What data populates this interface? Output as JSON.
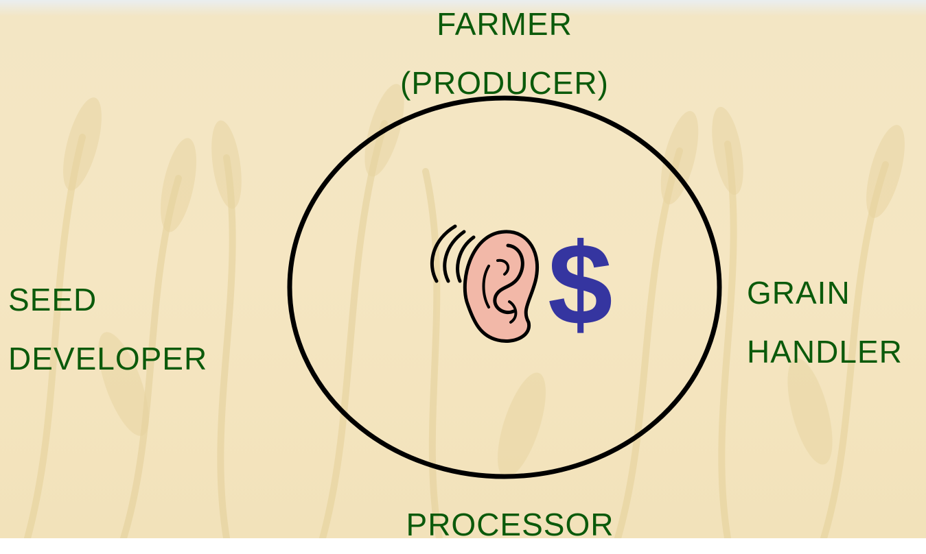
{
  "colors": {
    "label_text": "#0b5a0b",
    "circle_stroke": "#000000",
    "dollar": "#3535a0",
    "ear_fill": "#f2b8a8",
    "background": "#f4e7c6"
  },
  "labels": {
    "top": [
      "FARMER",
      "(PRODUCER)"
    ],
    "left": [
      "SEED",
      "DEVELOPER"
    ],
    "right": [
      "GRAIN",
      "HANDLER"
    ],
    "bottom": [
      "PROCESSOR"
    ]
  },
  "center": {
    "icons": [
      "ear-icon",
      "dollar-icon"
    ],
    "dollar_symbol": "$"
  }
}
